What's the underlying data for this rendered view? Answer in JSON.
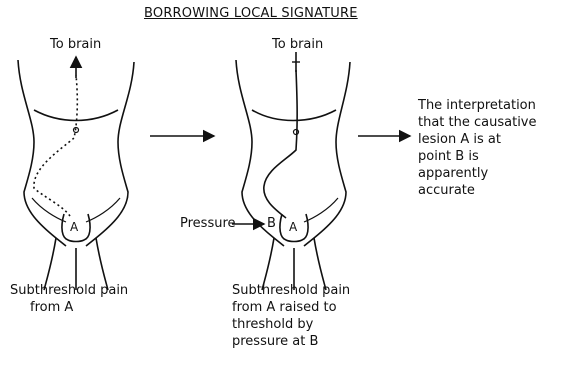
{
  "title": "BORROWING LOCAL SIGNATURE",
  "left_figure": {
    "to_brain": "To brain",
    "label_a": "A",
    "caption": [
      "Subthreshold pain",
      "from A"
    ]
  },
  "middle_figure": {
    "to_brain": "To brain",
    "pressure": "Pressure",
    "label_b": "B",
    "label_a": "A",
    "caption": [
      "Subthreshold pain",
      "from A raised to",
      "threshold by",
      "pressure at B"
    ]
  },
  "conclusion": [
    "The interpretation",
    "that the causative",
    "lesion A is at",
    "point B is",
    "apparently",
    "accurate"
  ],
  "colors": {
    "ink": "#111111",
    "background": "#ffffff"
  }
}
